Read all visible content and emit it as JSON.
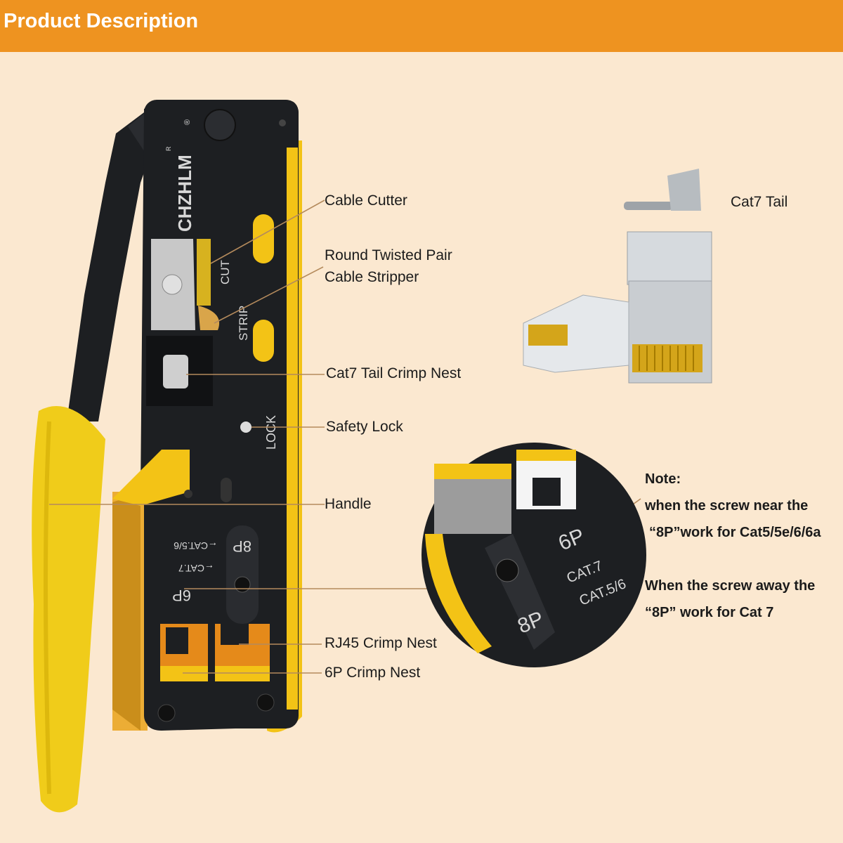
{
  "header": {
    "title": "Product Description",
    "background": "#ee9320"
  },
  "background_color": "#fbe8d0",
  "tool": {
    "brand": "CHZHLM",
    "registered_mark": "®",
    "r_mark": "R",
    "markings": {
      "cut": "CUT",
      "strip": "STRIP",
      "lock": "LOCK",
      "p8": "8P",
      "p6": "6P",
      "cat56": "←CAT.5/6",
      "cat7": "←CAT.7"
    },
    "colors": {
      "body": "#1d1f22",
      "accent": "#f3c316",
      "handle": "#f0cc1a"
    }
  },
  "callouts": [
    {
      "id": "cable-cutter",
      "label": "Cable Cutter"
    },
    {
      "id": "stripper",
      "label_line1": "Round Twisted Pair",
      "label_line2": "Cable Stripper"
    },
    {
      "id": "cat7-tail-nest",
      "label": "Cat7 Tail Crimp Nest"
    },
    {
      "id": "safety-lock",
      "label": "Safety Lock"
    },
    {
      "id": "handle",
      "label": "Handle"
    },
    {
      "id": "rj45-nest",
      "label": "RJ45 Crimp Nest"
    },
    {
      "id": "6p-nest",
      "label": "6P Crimp Nest"
    }
  ],
  "connector": {
    "label": "Cat7 Tail"
  },
  "detail": {
    "markings": {
      "p6": "6P",
      "p8": "8P",
      "cat7": "CAT.7",
      "cat56": "CAT.5/6"
    }
  },
  "note": {
    "title": "Note:",
    "line1": "when the screw near the",
    "line2": "“8P”work for Cat5/5e/6/6a",
    "line3": "When the screw away the",
    "line4": "“8P” work for Cat 7"
  }
}
